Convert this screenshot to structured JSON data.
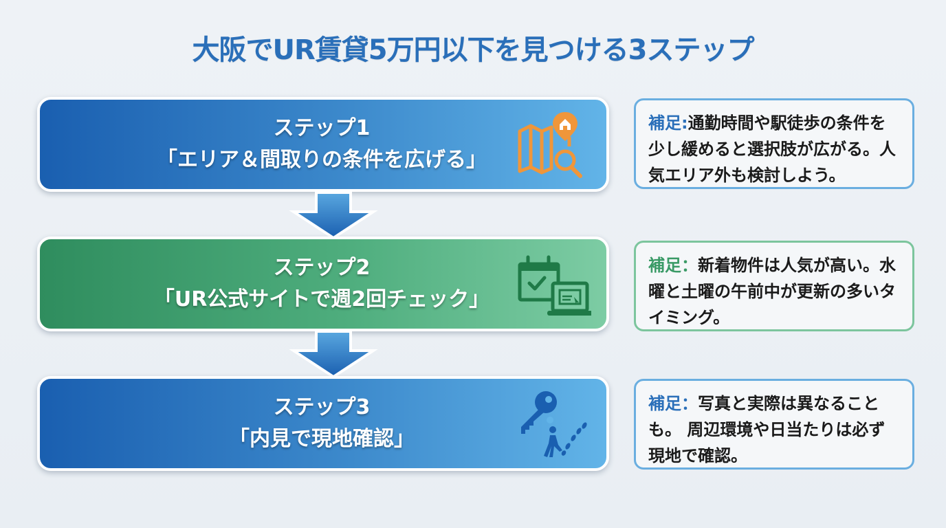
{
  "title": "大阪でUR賃貸5万円以下を見つける3ステップ",
  "colors": {
    "title": "#2a6fb9",
    "blue_step": "#1a5fb0",
    "green_step": "#2f8d5e",
    "icon_orange": "#f0963a",
    "icon_green": "#1f7a47",
    "icon_blue": "#1a5fb0"
  },
  "steps": [
    {
      "heading": "ステップ1",
      "subtitle": "「エリア＆間取りの条件を広げる」",
      "icon": "map-search-icon",
      "theme": "blue"
    },
    {
      "heading": "ステップ2",
      "subtitle": "「UR公式サイトで週2回チェック」",
      "icon": "calendar-laptop-icon",
      "theme": "green"
    },
    {
      "heading": "ステップ3",
      "subtitle": "「内見で現地確認」",
      "icon": "key-walker-icon",
      "theme": "blue"
    }
  ],
  "notes": [
    {
      "label": "補足:",
      "text": "通勤時間や駅徒歩の条件を少し緩めると選択肢が広がる。人気エリア外も検討しよう。"
    },
    {
      "label": "補足：",
      "text": "新着物件は人気が高い。水曜と土曜の午前中が更新の多いタイミング。"
    },
    {
      "label": "補足：",
      "text": "写真と実際は異なることも。 周辺環境や日当たりは必ず現地で確認。"
    }
  ]
}
